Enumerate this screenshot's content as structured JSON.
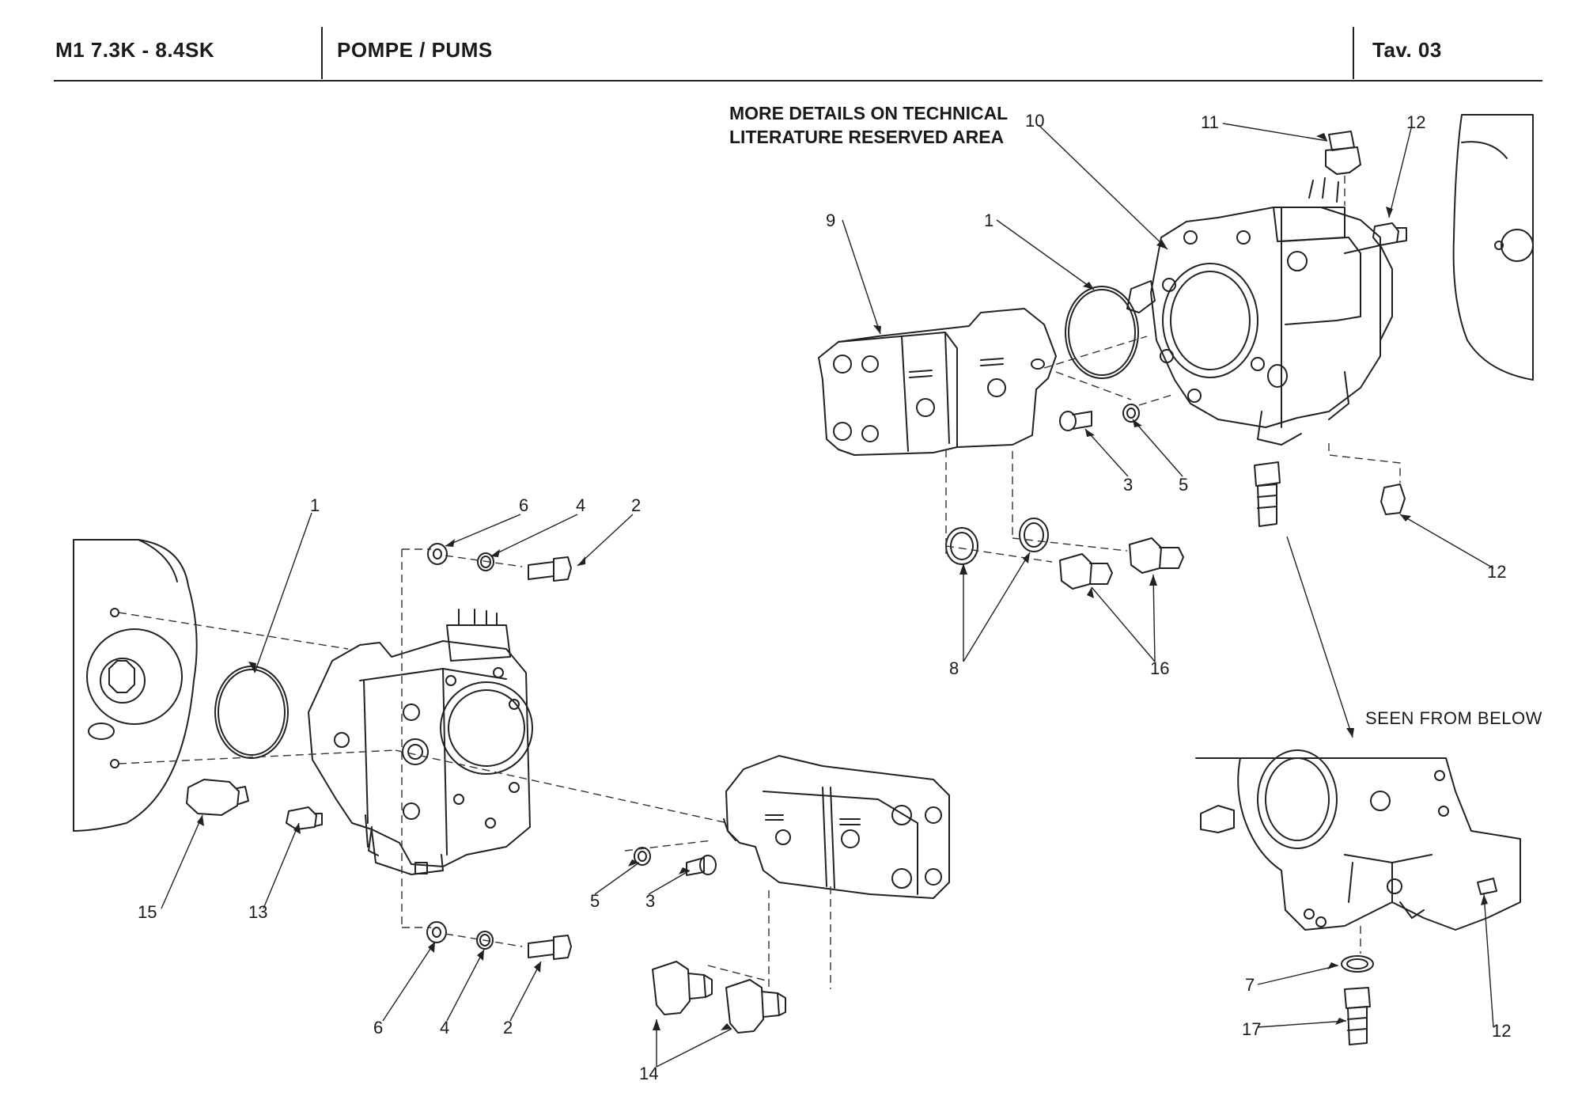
{
  "header": {
    "model": "M1 7.3K - 8.4SK",
    "section": "POMPE / PUMS",
    "table_ref": "Tav.  03"
  },
  "notes": {
    "line1": "MORE DETAILS ON TECHNICAL",
    "line2": "LITERATURE RESERVED AREA",
    "seen_from_below": "SEEN FROM BELOW"
  },
  "callouts": [
    {
      "id": "c-1a",
      "text": "1"
    },
    {
      "id": "c-6a",
      "text": "6"
    },
    {
      "id": "c-4a",
      "text": "4"
    },
    {
      "id": "c-2a",
      "text": "2"
    },
    {
      "id": "c-15",
      "text": "15"
    },
    {
      "id": "c-13",
      "text": "13"
    },
    {
      "id": "c-5a",
      "text": "5"
    },
    {
      "id": "c-3a",
      "text": "3"
    },
    {
      "id": "c-6b",
      "text": "6"
    },
    {
      "id": "c-4b",
      "text": "4"
    },
    {
      "id": "c-2b",
      "text": "2"
    },
    {
      "id": "c-14",
      "text": "14"
    },
    {
      "id": "c-9",
      "text": "9"
    },
    {
      "id": "c-1b",
      "text": "1"
    },
    {
      "id": "c-10",
      "text": "10"
    },
    {
      "id": "c-11",
      "text": "11"
    },
    {
      "id": "c-12a",
      "text": "12"
    },
    {
      "id": "c-3b",
      "text": "3"
    },
    {
      "id": "c-5b",
      "text": "5"
    },
    {
      "id": "c-12b",
      "text": "12"
    },
    {
      "id": "c-8",
      "text": "8"
    },
    {
      "id": "c-16",
      "text": "16"
    },
    {
      "id": "c-7",
      "text": "7"
    },
    {
      "id": "c-17",
      "text": "17"
    },
    {
      "id": "c-12c",
      "text": "12"
    }
  ]
}
